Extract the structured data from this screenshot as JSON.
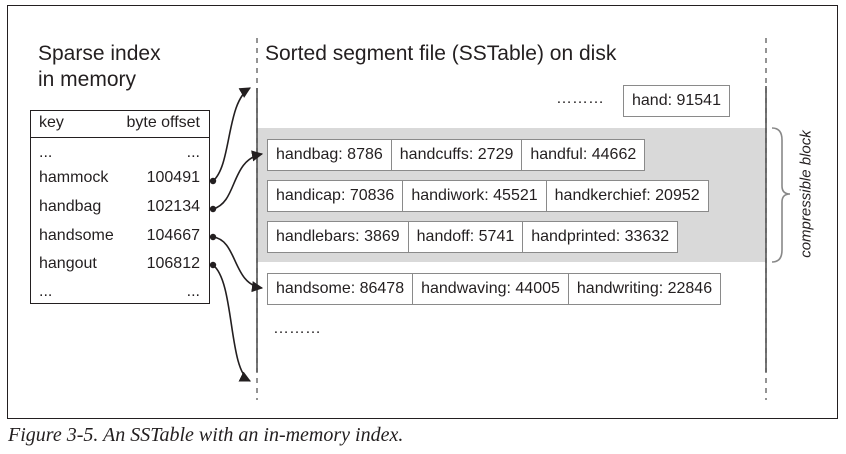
{
  "index": {
    "title_line1": "Sparse index",
    "title_line2": "in memory",
    "col_key": "key",
    "col_offset": "byte offset",
    "rows": [
      {
        "key": "...",
        "offset": "..."
      },
      {
        "key": "hammock",
        "offset": "100491"
      },
      {
        "key": "handbag",
        "offset": "102134"
      },
      {
        "key": "handsome",
        "offset": "104667"
      },
      {
        "key": "hangout",
        "offset": "106812"
      },
      {
        "key": "...",
        "offset": "..."
      }
    ]
  },
  "segment": {
    "title": "Sorted segment file (SSTable) on disk",
    "top_ellipsis": "………",
    "top_entry": "hand: 91541",
    "block_rows": [
      [
        "handbag: 8786",
        "handcuffs: 2729",
        "handful: 44662"
      ],
      [
        "handicap: 70836",
        "handiwork: 45521",
        "handkerchief: 20952"
      ],
      [
        "handlebars: 3869",
        "handoff: 5741",
        "handprinted: 33632"
      ]
    ],
    "after_row": [
      "handsome: 86478",
      "handwaving: 44005",
      "handwriting: 22846"
    ],
    "bottom_ellipsis": "………",
    "block_label": "compressible block"
  },
  "caption": "Figure 3-5. An SSTable with an in-memory index."
}
